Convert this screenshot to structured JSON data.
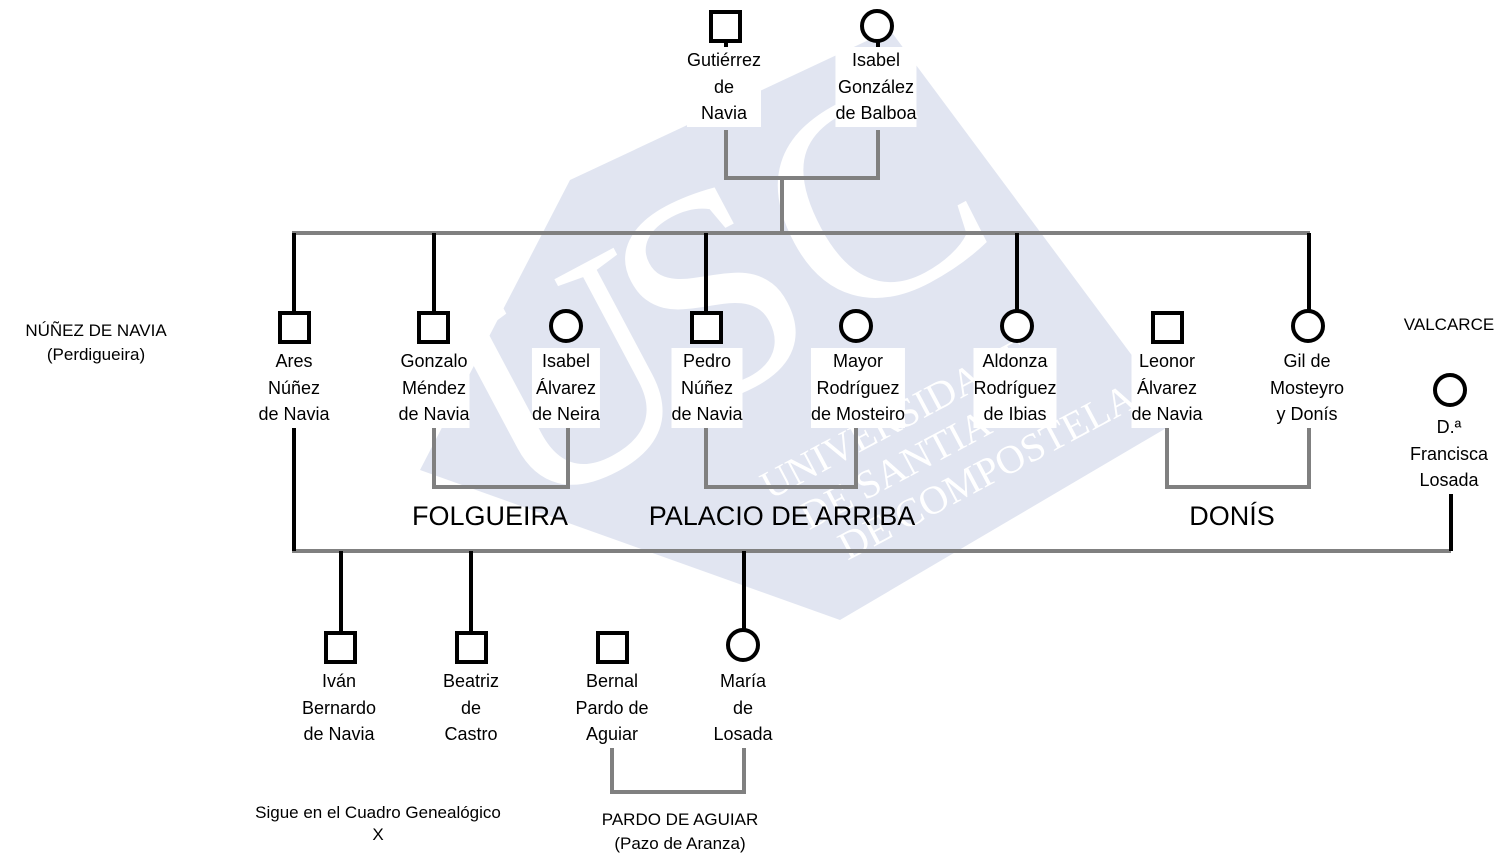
{
  "watermark": {
    "letters": [
      "U",
      "S",
      "C"
    ],
    "line1": "UNIVERSIDADE",
    "line2": "DE SANTIAGO",
    "line3": "DE COMPOSTELA",
    "color": "#c9d1e6"
  },
  "colors": {
    "line": "#000000",
    "connector": "#808080"
  },
  "persons": {
    "gutierrez": {
      "sex": "male",
      "lines": [
        "Gutiérrez",
        "de",
        "Navia"
      ]
    },
    "isabel_gb": {
      "sex": "female",
      "lines": [
        "Isabel",
        "González",
        "de Balboa"
      ]
    },
    "ares": {
      "sex": "male",
      "lines": [
        "Ares",
        "Núñez",
        "de Navia"
      ]
    },
    "gonzalo": {
      "sex": "male",
      "lines": [
        "Gonzalo",
        "Méndez",
        "de Navia"
      ]
    },
    "isabel_an": {
      "sex": "female",
      "lines": [
        "Isabel",
        "Álvarez",
        "de Neira"
      ]
    },
    "pedro": {
      "sex": "male",
      "lines": [
        "Pedro",
        "Núñez",
        "de Navia"
      ]
    },
    "mayor": {
      "sex": "female",
      "lines": [
        "Mayor",
        "Rodríguez",
        "de Mosteiro"
      ]
    },
    "aldonza": {
      "sex": "female",
      "lines": [
        "Aldonza",
        "Rodríguez",
        "de Ibias"
      ]
    },
    "leonor": {
      "sex": "male",
      "lines": [
        "Leonor",
        "Álvarez",
        "de Navia"
      ]
    },
    "gil": {
      "sex": "female",
      "lines": [
        "Gil de",
        "Mosteyro",
        "y Donís"
      ]
    },
    "francisca": {
      "sex": "female",
      "lines": [
        "D.ª",
        "Francisca",
        "Losada"
      ]
    },
    "ivan": {
      "sex": "male",
      "lines": [
        "Iván",
        "Bernardo",
        "de Navia"
      ]
    },
    "beatriz": {
      "sex": "male",
      "lines": [
        "Beatriz",
        "de",
        "Castro"
      ]
    },
    "bernal": {
      "sex": "male",
      "lines": [
        "Bernal",
        "Pardo de",
        "Aguiar"
      ]
    },
    "maria": {
      "sex": "female",
      "lines": [
        "María",
        "de",
        "Losada"
      ]
    }
  },
  "branches": {
    "folgueira": "FOLGUEIRA",
    "palacio": "PALACIO DE ARRIBA",
    "donis": "DONÍS"
  },
  "side_labels": {
    "nunez_title": "NÚÑEZ DE NAVIA",
    "nunez_sub": "(Perdigueira)",
    "valcarce": "VALCARCE",
    "pardo_title": "PARDO DE AGUIAR",
    "pardo_sub": "(Pazo de Aranza)"
  },
  "note": {
    "line1": "Sigue en el Cuadro Genealógico",
    "line2": "X"
  }
}
